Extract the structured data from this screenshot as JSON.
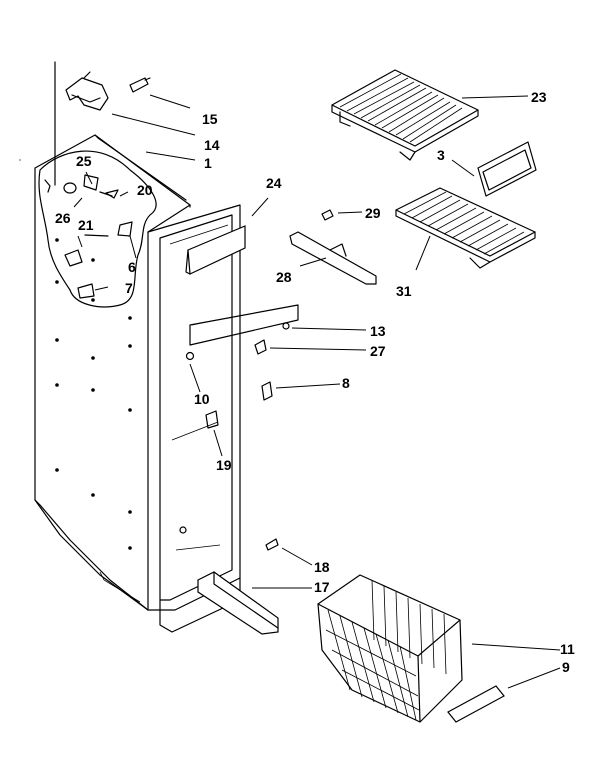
{
  "diagram": {
    "callouts": [
      {
        "id": "c15",
        "label": "15"
      },
      {
        "id": "c14",
        "label": "14"
      },
      {
        "id": "c1",
        "label": "1"
      },
      {
        "id": "c25",
        "label": "25"
      },
      {
        "id": "c20",
        "label": "20"
      },
      {
        "id": "c26",
        "label": "26"
      },
      {
        "id": "c21",
        "label": "21"
      },
      {
        "id": "c6",
        "label": "6"
      },
      {
        "id": "c7",
        "label": "7"
      },
      {
        "id": "c24",
        "label": "24"
      },
      {
        "id": "c23",
        "label": "23"
      },
      {
        "id": "c3",
        "label": "3"
      },
      {
        "id": "c29",
        "label": "29"
      },
      {
        "id": "c28",
        "label": "28"
      },
      {
        "id": "c31",
        "label": "31"
      },
      {
        "id": "c13",
        "label": "13"
      },
      {
        "id": "c27",
        "label": "27"
      },
      {
        "id": "c8",
        "label": "8"
      },
      {
        "id": "c10",
        "label": "10"
      },
      {
        "id": "c19",
        "label": "19"
      },
      {
        "id": "c18",
        "label": "18"
      },
      {
        "id": "c17",
        "label": "17"
      },
      {
        "id": "c11",
        "label": "11"
      },
      {
        "id": "c9",
        "label": "9"
      }
    ]
  }
}
